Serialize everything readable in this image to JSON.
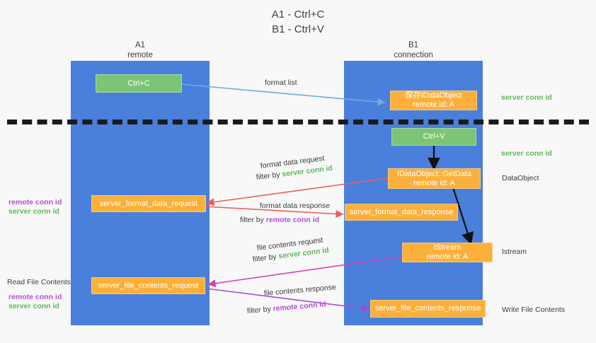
{
  "header": {
    "title": "A1 - Ctrl+C\nB1 - Ctrl+V"
  },
  "lanes": [
    {
      "name": "A1",
      "sub": "remote",
      "label": "A1\nremote"
    },
    {
      "name": "B1",
      "sub": "connection",
      "label": "B1\nconnection"
    }
  ],
  "nodes": {
    "ctrl_c": "Ctrl+C",
    "save_idataobject": "保存IDataObject\nremote id: A",
    "ctrl_v": "Ctrl+V",
    "getdata": "IDataObject::GetData\nremote id: A",
    "server_format_data_request": "server_format_data_request",
    "server_format_data_response": "server_format_data_response",
    "istream": "IStream\nremote id: A",
    "server_file_contents_request": "server_file_contents_request",
    "server_file_contents_response": "server_file_contents_response"
  },
  "edge_labels": {
    "format_list": "format list",
    "format_data_request": "format data request",
    "format_data_request_filter_pre": "filter by ",
    "format_data_request_filter_key": "server conn id",
    "format_data_response": "format data response",
    "format_data_response_filter_pre": "filter by ",
    "format_data_response_filter_key": "remote conn id",
    "file_contents_request": "file contents request",
    "file_contents_request_filter_pre": "filter by ",
    "file_contents_request_filter_key": "server conn id",
    "file_contents_response": "file contents response",
    "file_contents_response_filter_pre": "filter by ",
    "file_contents_response_filter_key": "remote conn id"
  },
  "annotations": {
    "right_server_conn_id_1": "server conn id",
    "right_server_conn_id_2": "server conn id",
    "right_dataobject": "DataObject",
    "right_istream": "Istream",
    "right_write_file_contents": "Write File Contents",
    "left_remote_conn_id_1": "remote conn id",
    "left_server_conn_id_1": "server conn id",
    "left_read_file_contents": "Read File Contents",
    "left_remote_conn_id_2": "remote conn id",
    "left_server_conn_id_2": "server conn id"
  },
  "colors": {
    "lane": "#4a7fdb",
    "green_node": "#7cc576",
    "orange_node": "#fbb03b",
    "green_text": "#5cb85c",
    "purple_text": "#b44fd0",
    "blue_arrow": "#6aaee0",
    "red_arrow": "#e8605d",
    "magenta_arrow": "#d63fb5",
    "purple_arrow": "#a04fd0",
    "black_arrow": "#000000",
    "background": "#f8f8f8"
  }
}
